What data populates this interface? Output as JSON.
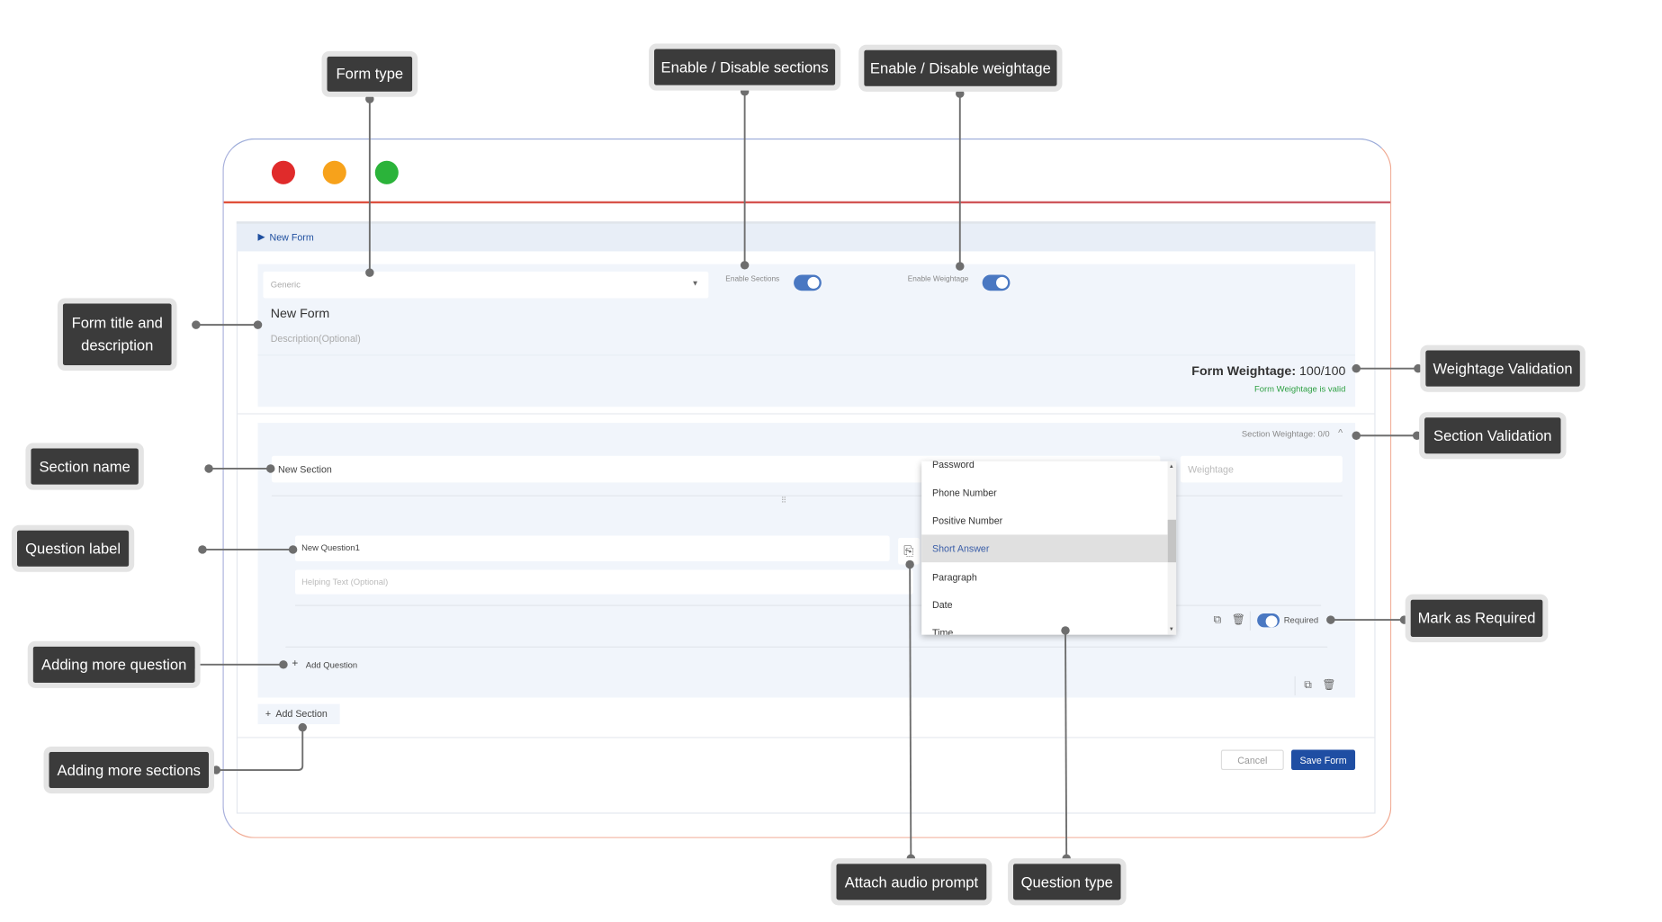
{
  "window": {
    "controls": [
      "close",
      "minimize",
      "maximize"
    ],
    "colors": {
      "close": "#e02b2b",
      "minimize": "#f7a21b",
      "maximize": "#2bb33a"
    }
  },
  "breadcrumb": {
    "label": "New Form",
    "icon": "caret-right-icon"
  },
  "form": {
    "type_select": "Generic",
    "enable_sections_label": "Enable Sections",
    "enable_sections_on": true,
    "enable_weightage_label": "Enable Weightage",
    "enable_weightage_on": true,
    "title": "New Form",
    "description_placeholder": "Description(Optional)",
    "weightage_label": "Form Weightage:",
    "weightage_value": "100/100",
    "weightage_status": "Form Weightage is valid"
  },
  "section": {
    "weightage_label": "Section Weightage: 0/0",
    "name": "New Section",
    "weightage_placeholder": "Weightage",
    "question": {
      "label": "New Question1",
      "helping_placeholder": "Helping Text (Optional)",
      "required_label": "Required",
      "required_on": true
    },
    "add_question": "Add Question"
  },
  "question_type_options": [
    "Password",
    "Phone Number",
    "Positive Number",
    "Short Answer",
    "Paragraph",
    "Date",
    "Time"
  ],
  "question_type_selected": "Short Answer",
  "add_section": "Add Section",
  "actions": {
    "cancel": "Cancel",
    "save": "Save Form"
  },
  "colors": {
    "primary": "#1f4ea3",
    "valid": "#2ea043",
    "toggle": "#4a78c2"
  },
  "callouts": {
    "form_type": "Form type",
    "enable_sections": "Enable / Disable sections",
    "enable_weightage": "Enable / Disable weightage",
    "form_title": "Form title and description",
    "weightage_validation": "Weightage Validation",
    "section_validation": "Section Validation",
    "section_name": "Section name",
    "question_label": "Question label",
    "mark_required": "Mark as Required",
    "add_question": "Adding more question",
    "add_sections": "Adding more sections",
    "attach_audio": "Attach audio prompt",
    "question_type": "Question type"
  }
}
